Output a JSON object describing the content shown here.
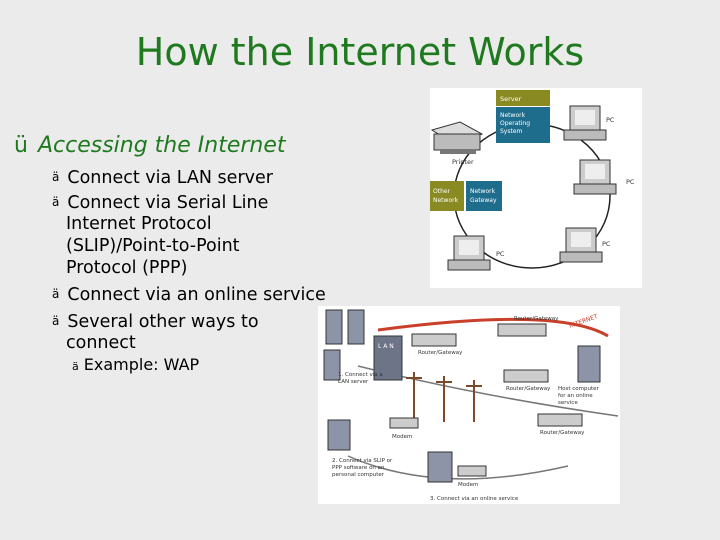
{
  "slide": {
    "title": "How the Internet Works",
    "bullet": {
      "mark": "ü",
      "text": "Accessing the Internet"
    },
    "sub_mark": "ä",
    "subitems": [
      "Connect via LAN server",
      "Connect via Serial Line",
      "Internet Protocol",
      "(SLIP)/Point-to-Point",
      "Protocol (PPP)",
      "Connect via an online service",
      "Several other ways to",
      "connect"
    ],
    "subsub": "Example: WAP"
  },
  "figure1": {
    "server": "Server",
    "nos": [
      "Network",
      "Operating",
      "System"
    ],
    "other": [
      "Other",
      "Network"
    ],
    "gateway": [
      "Network",
      "Gateway"
    ],
    "printer": "Printer",
    "pc": "PC"
  },
  "figure2": {
    "router_top": "Router/Gateway",
    "internet": "INTERNET",
    "lan": "L A N",
    "router_left": "Router/Gateway",
    "lan_server": [
      "1. Connect via a",
      "LAN server"
    ],
    "router_mid": "Router/Gateway",
    "host": [
      "Host computer",
      "for an online",
      "service"
    ],
    "router_low": "Router/Gateway",
    "modem1": "Modem",
    "slip": [
      "2. Connect via SLIP or",
      "PPP software on an",
      "personal computer"
    ],
    "modem2": "Modem",
    "online": "3. Connect via an online service"
  }
}
